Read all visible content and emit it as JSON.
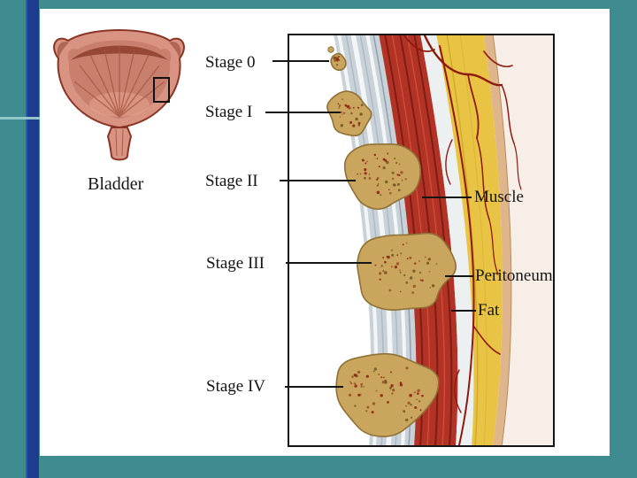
{
  "slide": {
    "colors": {
      "background": "#3E8C8F",
      "accent_bar": "#1D3C8E",
      "divider": "#93C6C9",
      "panel": "#FFFFFF"
    }
  },
  "figure": {
    "bladder_label": "Bladder",
    "stage_labels": [
      {
        "label": "Stage 0"
      },
      {
        "label": "Stage I"
      },
      {
        "label": "Stage II"
      },
      {
        "label": "Stage III"
      },
      {
        "label": "Stage IV"
      }
    ],
    "tissue_labels": [
      {
        "label": "Muscle"
      },
      {
        "label": "Peritoneum"
      },
      {
        "label": "Fat"
      }
    ],
    "colors": {
      "tumor": "#C9A55E",
      "tumor_outline": "#8F7136",
      "submucosa": "#C9D2D8",
      "muscle": "#B23325",
      "fat": "#E8C344",
      "peritoneum": "#DFB68C",
      "vessel": "#8E1A0E"
    }
  }
}
